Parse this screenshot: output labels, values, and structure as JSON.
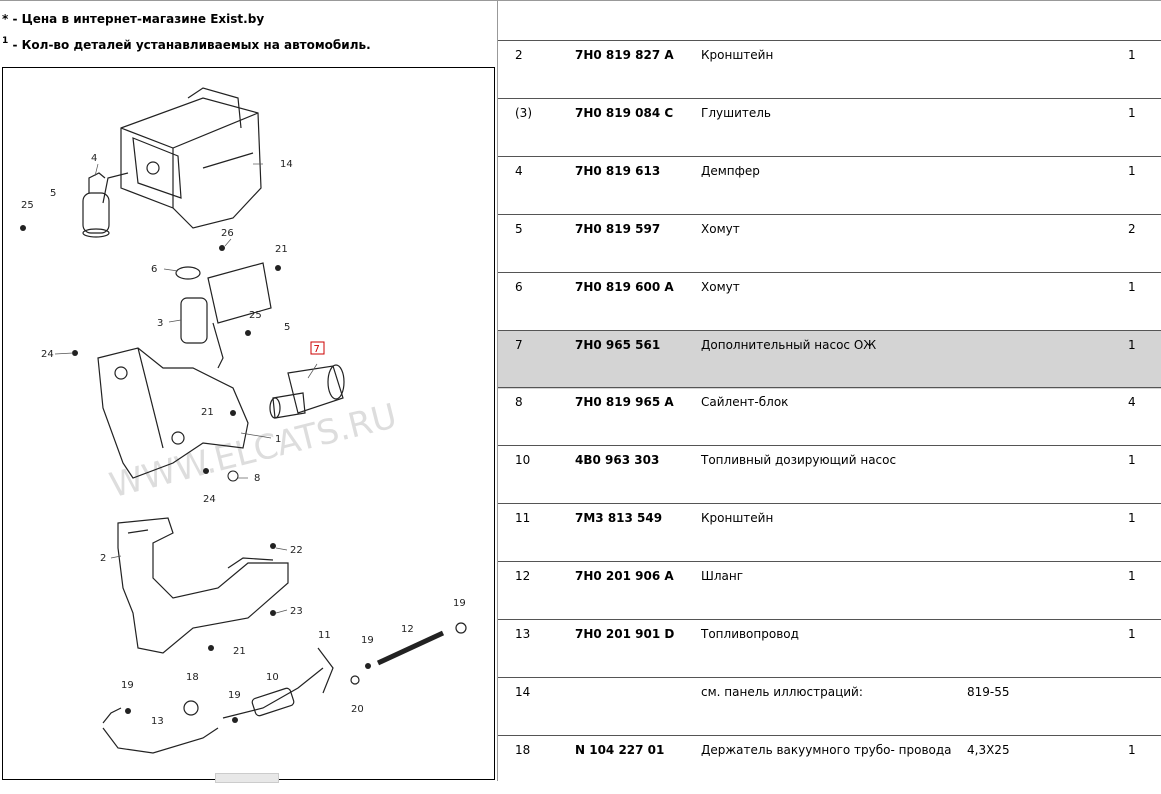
{
  "notes": {
    "star_mark": "*",
    "star_text": " - Цена в интернет-магазине Exist.by",
    "one_mark": "1",
    "one_text": " - Кол-во деталей устанавливаемых на автомобиль."
  },
  "diagram": {
    "watermark": "WWW.ELCATS.RU",
    "highlighted_callout": "7",
    "callouts": [
      "1",
      "2",
      "3",
      "4",
      "5",
      "6",
      "7",
      "8",
      "10",
      "11",
      "12",
      "13",
      "14",
      "18",
      "19",
      "20",
      "21",
      "22",
      "23",
      "24",
      "25",
      "26"
    ]
  },
  "parts": [
    {
      "pos": "2",
      "number": "7H0 819 827 A",
      "name": "Кронштейн",
      "extra": "",
      "qty": "1"
    },
    {
      "pos": "(3)",
      "number": "7H0 819 084 C",
      "name": "Глушитель",
      "extra": "",
      "qty": "1"
    },
    {
      "pos": "4",
      "number": "7H0 819 613",
      "name": "Демпфер",
      "extra": "",
      "qty": "1"
    },
    {
      "pos": "5",
      "number": "7H0 819 597",
      "name": "Хомут",
      "extra": "",
      "qty": "2"
    },
    {
      "pos": "6",
      "number": "7H0 819 600 A",
      "name": "Хомут",
      "extra": "",
      "qty": "1"
    },
    {
      "pos": "7",
      "number": "7H0 965 561",
      "name": "Дополнительный насос ОЖ",
      "extra": "",
      "qty": "1",
      "selected": true
    },
    {
      "pos": "8",
      "number": "7H0 819 965 A",
      "name": "Сайлент-блок",
      "extra": "",
      "qty": "4"
    },
    {
      "pos": "10",
      "number": "4B0 963 303",
      "name": "Топливный дозирующий насос",
      "extra": "",
      "qty": "1"
    },
    {
      "pos": "11",
      "number": "7M3 813 549",
      "name": "Кронштейн",
      "extra": "",
      "qty": "1"
    },
    {
      "pos": "12",
      "number": "7H0 201 906 A",
      "name": "Шланг",
      "extra": "",
      "qty": "1"
    },
    {
      "pos": "13",
      "number": "7H0 201 901 D",
      "name": "Топливопровод",
      "extra": "",
      "qty": "1"
    },
    {
      "pos": "14",
      "number": "",
      "name": "см. панель иллюстраций:",
      "extra": "819-55",
      "qty": ""
    },
    {
      "pos": "18",
      "number": "N 104 227 01",
      "name": "Держатель вакуумного трубо- провода",
      "extra": "4,3X25",
      "qty": "1"
    }
  ]
}
